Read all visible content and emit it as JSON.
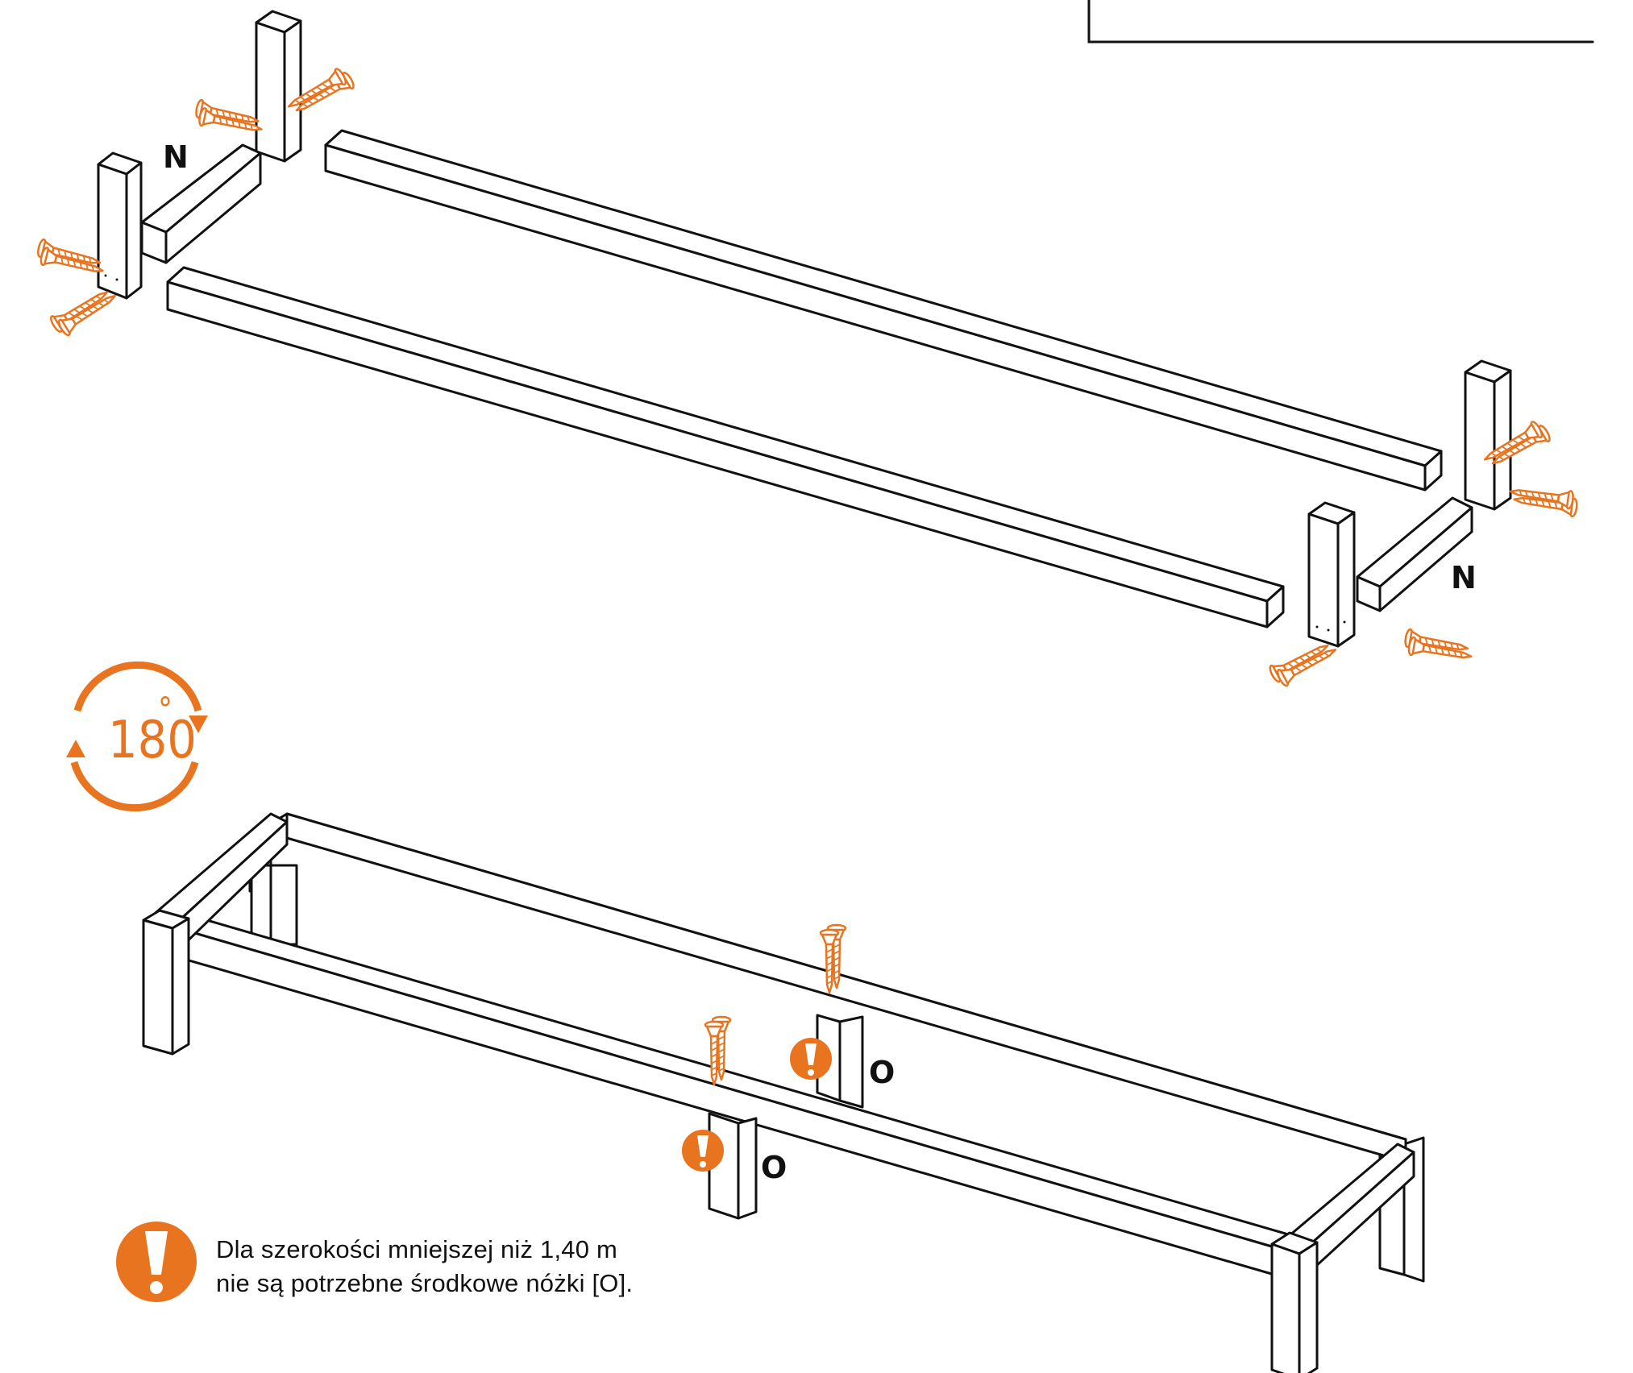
{
  "parts": {
    "label_n": "N",
    "label_o": "O"
  },
  "rotation": {
    "value": "180",
    "unit": "°"
  },
  "note": {
    "line1": "Dla szerokości mniejszej niż 1,40 m",
    "line2": "nie są potrzebne środkowe nóżki [O]."
  },
  "colors": {
    "accent": "#e8741f",
    "ink": "#111111",
    "paper": "#ffffff"
  },
  "icons": [
    "screw-icon",
    "rotate-180-icon",
    "warning-icon"
  ]
}
